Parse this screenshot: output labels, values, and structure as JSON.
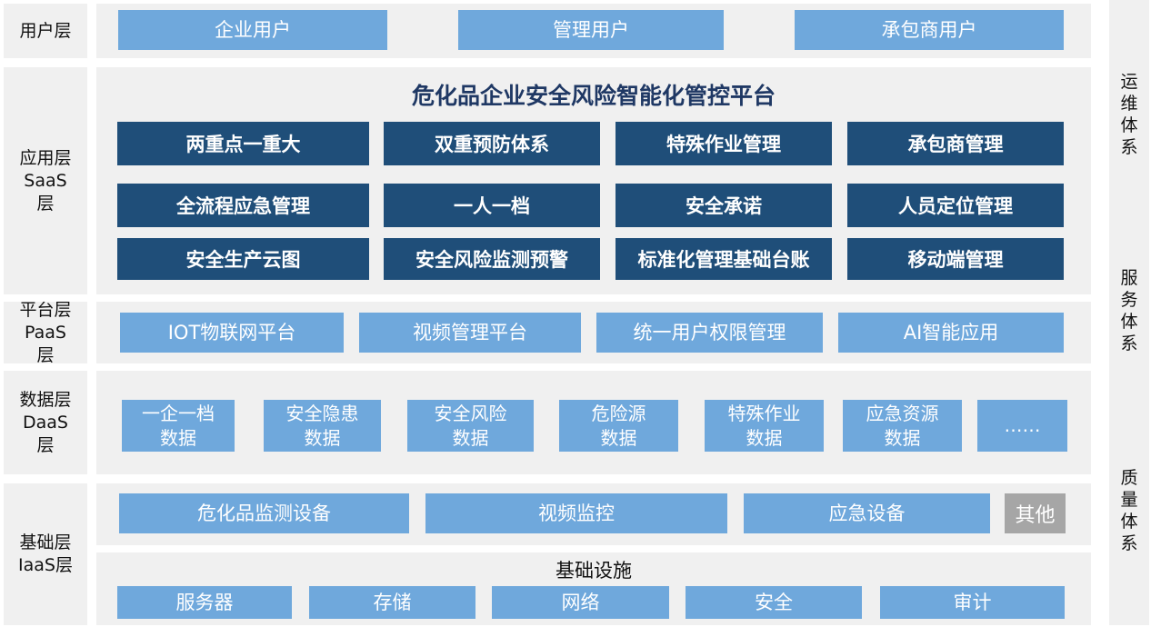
{
  "layers": {
    "user": "用户层",
    "app": "应用层\nSaaS\n层",
    "platform": "平台层\nPaaS\n层",
    "data": "数据层\nDaaS\n层",
    "infra": "基础层\nIaaS层"
  },
  "users": [
    "企业用户",
    "管理用户",
    "承包商用户"
  ],
  "platform_title": "危化品企业安全风险智能化管控平台",
  "app_modules": [
    "两重点一重大",
    "双重预防体系",
    "特殊作业管理",
    "承包商管理",
    "全流程应急管理",
    "一人一档",
    "安全承诺",
    "人员定位管理",
    "安全生产云图",
    "安全风险监测预警",
    "标准化管理基础台账",
    "移动端管理"
  ],
  "paas_items": [
    "IOT物联网平台",
    "视频管理平台",
    "统一用户权限管理",
    "AI智能应用"
  ],
  "data_items": [
    "一企一档\n数据",
    "安全隐患\n数据",
    "安全风险\n数据",
    "危险源\n数据",
    "特殊作业\n数据",
    "应急资源\n数据",
    "……"
  ],
  "infra_devices": [
    "危化品监测设备",
    "视频监控",
    "应急设备"
  ],
  "infra_other": "其他",
  "infra_base_title": "基础设施",
  "infra_base_items": [
    "服务器",
    "存储",
    "网络",
    "安全",
    "审计"
  ],
  "side_systems": [
    "运维体系",
    "服务体系",
    "质量体系"
  ],
  "colors": {
    "light_blue": "#6fa8dc",
    "dark_blue": "#1f4e79",
    "panel_grey": "#f0f0f0",
    "other_grey": "#a6a6a6"
  }
}
